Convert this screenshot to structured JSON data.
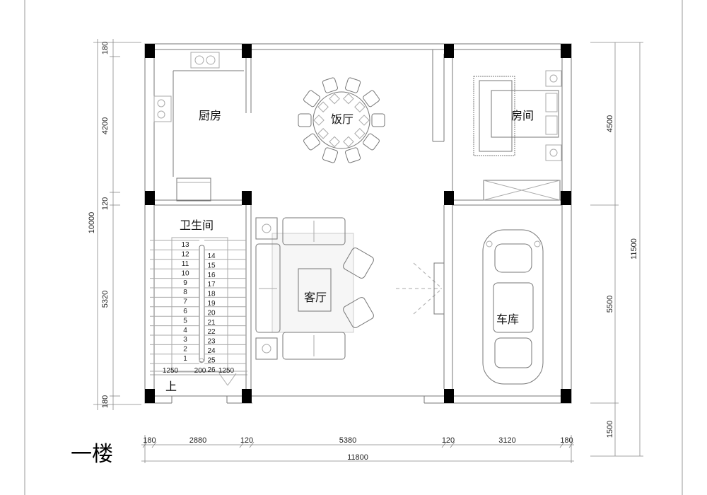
{
  "drawing": {
    "title": "一楼",
    "rooms": {
      "kitchen": "厨房",
      "dining": "饭厅",
      "bedroom": "房间",
      "bathroom": "卫生间",
      "living": "客厅",
      "garage": "车库"
    },
    "stair_up_label": "上",
    "stair_left_numbers": [
      "1",
      "2",
      "3",
      "4",
      "5",
      "6",
      "7",
      "8",
      "9",
      "10",
      "11",
      "12",
      "13"
    ],
    "stair_right_numbers": [
      "14",
      "15",
      "16",
      "17",
      "18",
      "19",
      "20",
      "21",
      "22",
      "23",
      "24",
      "25",
      "26"
    ],
    "stair_widths": [
      "1250",
      "200",
      "1250"
    ],
    "dims_left": {
      "top_wall": "180",
      "kitchen": "4200",
      "wall": "120",
      "stair": "5320",
      "bottom_wall": "180",
      "total": "10000"
    },
    "dims_right": {
      "bedroom": "4500",
      "garage": "5500",
      "front": "1500",
      "total": "11500"
    },
    "dims_bottom": {
      "segments": [
        "180",
        "2880",
        "120",
        "5380",
        "120",
        "3120",
        "180"
      ],
      "total": "11800"
    }
  }
}
